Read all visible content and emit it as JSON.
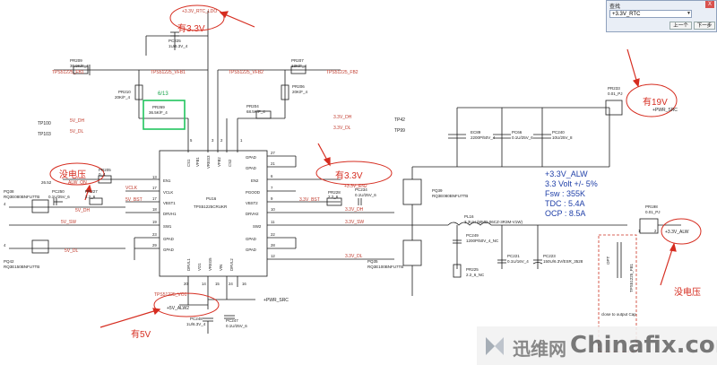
{
  "find_dialog": {
    "title": "查找",
    "close": "X",
    "query": "+3.3V_RTC",
    "prev_label": "上一个",
    "next_label": "下一步"
  },
  "annotations": {
    "rtc_has_3v3": "有3.3V",
    "en2_has_3v3": "有3.3V",
    "pwr_src_has_19v": "有19V",
    "en1_no_voltage": "没电压",
    "alw2_has_5v": "有5V",
    "out_no_voltage": "没电压",
    "r269_value": "6/13"
  },
  "nets": {
    "rtc_ldo": "+3.3V_RTC_LDO",
    "fb1": "TPS51225_FB1",
    "vfb1": "TPS51225_VFB1",
    "vfb2": "TPS51225_VFB2",
    "fb2": "TPS51225_FB2",
    "v5_dh": "5V_DH",
    "v5_dl": "5V_DL",
    "v5_dh2": "5V_DH",
    "v5_dl2": "5V_DL",
    "v33_dh": "3.3V_DH",
    "v33_dl": "3.3V_DL",
    "v33_en2": "+3.3V_EN2",
    "alw_on": "ALW_ON",
    "vclk": "VCLK",
    "v5_bst": "5V_BST",
    "v5_sw": "5V_SW",
    "v33_bst": "3.3V_BST",
    "v33_sw": "3.3V_SW",
    "v33_dl_r": "3.3V_DL",
    "vo1": "TPS51225_VO1",
    "v5_alw2": "+5V_ALW2",
    "pwr_src": "+PWR_SRC",
    "pwr_src2": "+PWR_SRC",
    "pwr_src3": "+PWR_SRC",
    "v33_alw": "+3.3V_ALW",
    "tp100": "TP100",
    "tp103": "TP103",
    "tp42": "TP42",
    "tp99": "TP99"
  },
  "parts": {
    "pc225": "PC225",
    "pc225_val": "1U/6.3V_4",
    "pr209": "PR209",
    "pr209_val": "30.9K/F_4",
    "pr210": "PR210",
    "pr210_val": "20K/F_4",
    "pr269": "PR269",
    "pr269_val": "36.5K/F_4",
    "pr207": "PR207",
    "pr207_val": "13K/F_4",
    "pr206": "PR206",
    "pr206_val": "20K/F_4",
    "pr204": "PR204",
    "pr204_val": "68.5K/F_4",
    "pr205": "PR205",
    "pr205_val": "0_4",
    "pq38": "PQ38",
    "pq38_val": "RQ3E080BNFU7TB",
    "pc250": "PC250",
    "pc250_val": "0.1U/25V_6",
    "pr227": "PR227",
    "pr227_val": "2.2_6",
    "pu16": "PU16",
    "pu16_val": "TPS51225CRUKR",
    "pr228": "PR228",
    "pr228_val": "2.2_6",
    "pc234": "PC234",
    "pc234_val": "0.1U/25V_6",
    "pq39": "PQ39",
    "pq39_val": "RQ3E080BNFU7TB",
    "pq42": "PQ42",
    "pq42_val": "RQ3E150BNFU7TB",
    "pq35": "PQ35",
    "pq35_val": "RQ3E100BNFU7TB",
    "pl16": "PL16",
    "pl16_val": "3.3UH (MMD-06CZ-3R3M-V1W)",
    "pc249": "PC249",
    "pc249_val": "1200P/50V_4_NC",
    "pr225": "PR225",
    "pr225_val": "2.2_6_NC",
    "pc221": "PC221",
    "pc221_val": "0.1U/16V_4",
    "pc223": "PC223",
    "pc223_val": "150U/6.3V/ESR_3528",
    "pc248": "PC248",
    "pc248_val": "1U/6.3V_4",
    "pc247": "PC247",
    "pc247_val": "0.1U/25V_6",
    "ec89": "EC89",
    "ec89_val": "2200P/50V_4",
    "pc66": "PC66",
    "pc66_val": "0.1U/25V_6",
    "pc240": "PC240",
    "pc240_val": "10U/25V_8",
    "pr233": "PR233",
    "pr233_val": "0.01_PJ",
    "pr198": "PR198",
    "pr198_val": "0.01_PJ",
    "pr208": "PR208",
    "pr208_val": "0_4",
    "pr226_num": "26.52",
    "rsense_lbl": "TPS51225_FB1",
    "cap_note": "close to output Cap",
    "nc_opt": "OPT"
  },
  "pins": {
    "en1": "EN1",
    "vclk": "VCLK",
    "vbst1": "VBST1",
    "drvh1": "DRVH1",
    "sw1": "SW1",
    "drvl1": "DRVL1",
    "en2": "EN2",
    "pgood": "PGOOD",
    "vbst2": "VBST2",
    "drvh2": "DRVH2",
    "sw2": "SW2",
    "drvl2": "DRVL2",
    "cs1": "CS1",
    "vfb1": "VFB1",
    "vreg3": "VREG3",
    "vfb2": "VFB2",
    "cs2": "CS2",
    "vo1": "VO1",
    "vreg5": "VREG5",
    "vin": "VIN",
    "gpad1": "GPAD",
    "gpad2": "GPAD",
    "gpad3": "GPAD",
    "gpad4": "GPAD",
    "gpad5": "GPAD",
    "gpad6": "GPAD",
    "n_1": "1",
    "n_2": "2",
    "n_3": "3",
    "n_4": "4",
    "n_5": "5",
    "n_6": "6",
    "n_7": "7",
    "n_9": "9",
    "n_10": "10",
    "n_11": "11",
    "n_12": "12",
    "n_13": "13",
    "n_14": "14",
    "n_15": "15",
    "n_16": "16",
    "n_17": "17",
    "n_18": "18",
    "n_19": "19",
    "n_20": "20",
    "n_21": "21",
    "n_22": "22",
    "n_23": "23",
    "n_24": "24",
    "n_25": "25",
    "n_26": "26",
    "n_27": "27",
    "n_28": "28",
    "n_29": "29"
  },
  "spec": {
    "line1": "+3.3V_ALW",
    "line2": "3.3 Volt +/- 5%",
    "line3": "Fsw : 355K",
    "line4": "TDC : 5.4A",
    "line5": "OCP : 8.5A"
  },
  "watermark": {
    "cn": "迅维网",
    "en": "Chinafix.com"
  },
  "colors": {
    "wire": "#1a1a1a",
    "net_red": "#c0392b",
    "ann_red": "#d62d20",
    "highlight": "#22c55e",
    "spec_blue": "#1f3fa8",
    "note_box": "#cc3322"
  }
}
